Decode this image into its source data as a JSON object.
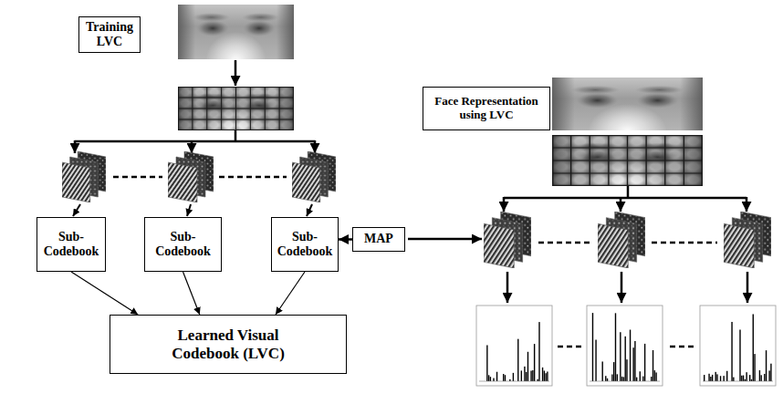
{
  "diagram": {
    "nodes": [
      {
        "text": [
          "Training LVC"
        ]
      },
      {
        "text": [
          "Face Representation using LVC"
        ]
      },
      {
        "text": [
          "Sub-Codebook"
        ]
      },
      {
        "text": [
          "Sub-Codebook"
        ]
      },
      {
        "text": [
          "Sub-Codebook"
        ]
      },
      {
        "text": [
          "MAP"
        ]
      },
      {
        "text": [
          "Learned Visual Codebook (LVC)"
        ]
      }
    ],
    "edges": [
      {
        "from": 2,
        "to": 6,
        "arrow": "to"
      },
      {
        "from": 3,
        "to": 6,
        "arrow": "to"
      },
      {
        "from": 4,
        "to": 6,
        "arrow": "to"
      },
      {
        "from": 5,
        "to": 4,
        "arrow": "to"
      }
    ]
  }
}
